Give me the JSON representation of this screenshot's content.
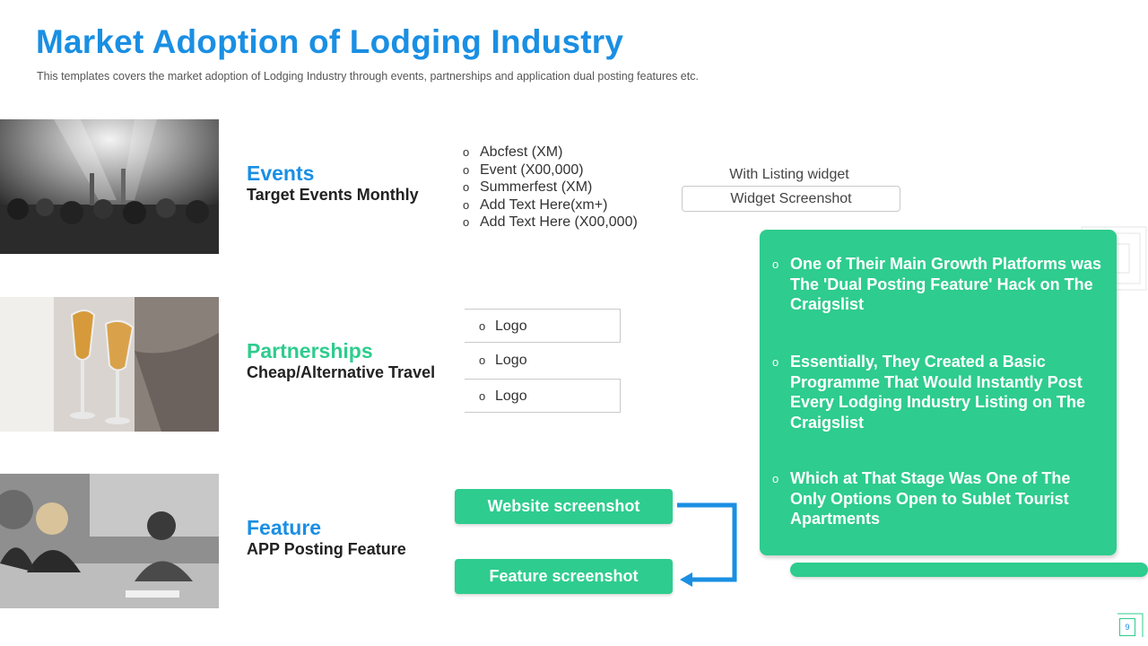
{
  "header": {
    "title": "Market Adoption of Lodging Industry",
    "subtitle": "This templates covers the market adoption of Lodging Industry through events, partnerships and application dual posting features etc."
  },
  "sections": [
    {
      "title": "Events",
      "subtitle": "Target Events Monthly",
      "color": "#1a8fe3"
    },
    {
      "title": "Partnerships",
      "subtitle": "Cheap/Alternative Travel",
      "color": "#2ecc8e"
    },
    {
      "title": "Feature",
      "subtitle": "APP Posting Feature",
      "color": "#1a8fe3"
    }
  ],
  "events_list": {
    "bullet": "o",
    "items": [
      "Abcfest (XM)",
      "Event (X00,000)",
      "Summerfest (XM)",
      "Add Text Here(xm+)",
      "Add Text Here (X00,000)"
    ]
  },
  "widget": {
    "label": "With Listing widget",
    "box_text": "Widget Screenshot"
  },
  "logos": [
    "Logo",
    "Logo",
    "Logo"
  ],
  "feature_buttons": {
    "website": "Website screenshot",
    "feature": "Feature screenshot"
  },
  "panel": {
    "items": [
      "One of Their Main Growth Platforms was The 'Dual Posting Feature' Hack on The Craigslist",
      "Essentially, They Created a Basic Programme That Would Instantly Post Every Lodging Industry Listing on The Craigslist",
      "Which at That Stage Was One of The Only Options Open to Sublet Tourist Apartments"
    ]
  },
  "page_number": "9",
  "colors": {
    "accent_blue": "#1a8fe3",
    "accent_green": "#2ecc8e"
  }
}
